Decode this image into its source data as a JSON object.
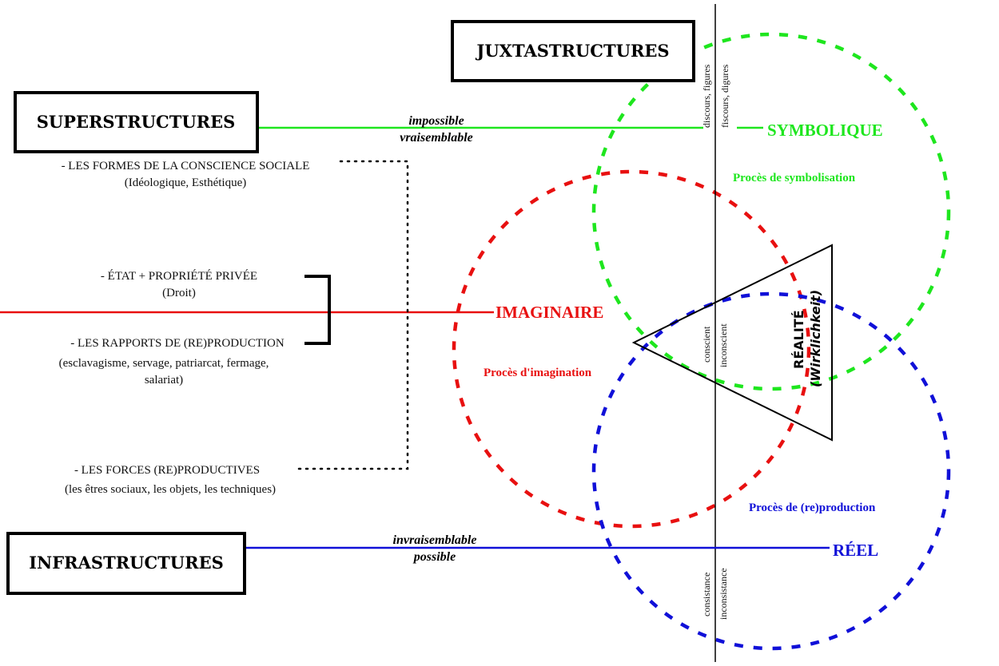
{
  "boxes": {
    "juxta": "JUXTASTRUCTURES",
    "super": "SUPERSTRUCTURES",
    "infra": "INFRASTRUCTURES"
  },
  "registers": {
    "symbolique": "SYMBOLIQUE",
    "imaginaire": "IMAGINAIRE",
    "reel": "RÉEL"
  },
  "processes": {
    "symbolisation": "Procès de symbolisation",
    "imagination": "Procès d'imagination",
    "reproduction": "Procès de (re)production"
  },
  "axis_labels": {
    "impossible": "impossible",
    "vraisemblable": "vraisemblable",
    "invraisemblable": "invraisemblable",
    "possible": "possible"
  },
  "vertical_labels": {
    "discours": "discours, figures",
    "fiscours": "fiscours, digures",
    "conscient": "conscient",
    "inconscient": "inconscient",
    "consistance": "consistance",
    "inconsistance": "inconsistance"
  },
  "left_items": {
    "formes_title": "- LES FORMES DE LA CONSCIENCE SOCIALE",
    "formes_sub": "(Idéologique, Esthétique)",
    "etat_title": "- ÉTAT + PROPRIÉTÉ PRIVÉE",
    "etat_sub": "(Droit)",
    "rapports_title": "- LES RAPPORTS DE (RE)PRODUCTION",
    "rapports_sub1": "(esclavagisme, servage, patriarcat, fermage,",
    "rapports_sub2": "salariat)",
    "forces_title": "- LES FORCES (RE)PRODUCTIVES",
    "forces_sub": "(les êtres sociaux, les objets, les techniques)"
  },
  "realite": {
    "line1": "RÉALITÉ",
    "line2": "(Wirklichkeit)"
  },
  "colors": {
    "green": "#1ee61e",
    "red": "#e81010",
    "blue": "#1010d8",
    "black": "#000000"
  }
}
